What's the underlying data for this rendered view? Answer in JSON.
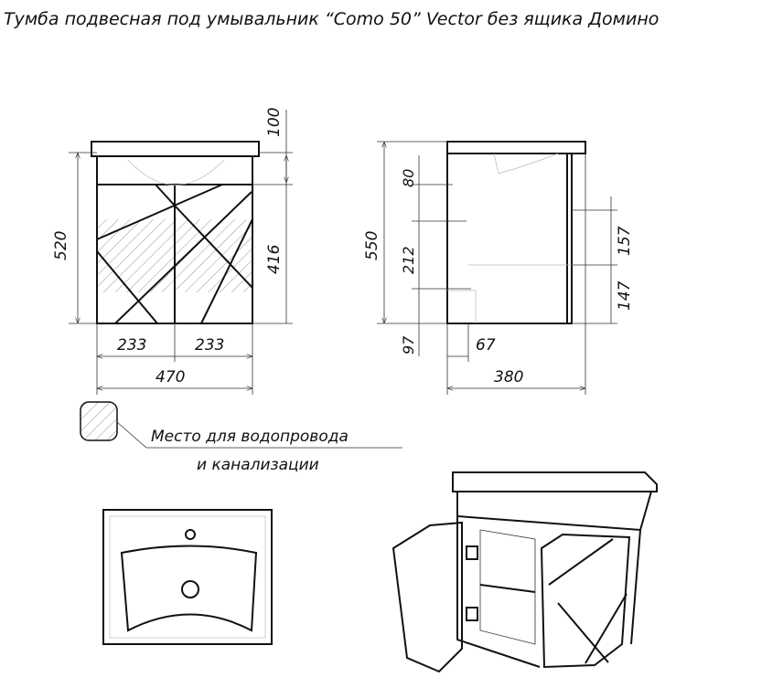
{
  "title": "Тумба подвесная под умывальник “Como 50” Vector без ящика Домино",
  "front_view": {
    "dim_height_total": "520",
    "dim_top": "100",
    "dim_door_height": "416",
    "dim_door_left": "233",
    "dim_door_right": "233",
    "dim_width": "470"
  },
  "side_view": {
    "dim_height_total": "550",
    "dim_80": "80",
    "dim_212": "212",
    "dim_97": "97",
    "dim_67": "67",
    "dim_depth": "380",
    "dim_157": "157",
    "dim_147": "147"
  },
  "legend": {
    "line1": "Место для водопровода",
    "line2": "и канализации"
  }
}
